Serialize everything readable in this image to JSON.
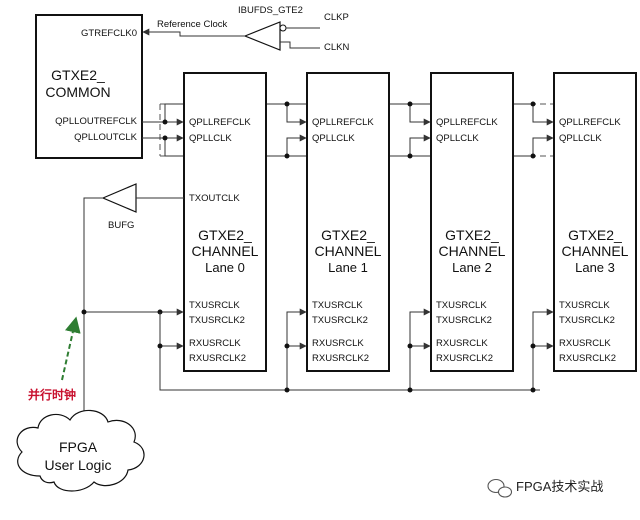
{
  "ibufds": {
    "name": "IBUFDS_GTE2",
    "clkp": "CLKP",
    "clkn": "CLKN"
  },
  "ref_clock_label": "Reference Clock",
  "common": {
    "title_line1": "GTXE2_",
    "title_line2": "COMMON",
    "port_gtrefclk": "GTREFCLK0",
    "port_qplloutrefclk": "QPLLOUTREFCLK",
    "port_qplloutclk": "QPLLOUTCLK"
  },
  "bufg_label": "BUFG",
  "channels": [
    {
      "title_line1": "GTXE2_",
      "title_line2": "CHANNEL",
      "lane": "Lane 0",
      "qpllrefclk": "QPLLREFCLK",
      "qpllclk": "QPLLCLK",
      "txoutclk": "TXOUTCLK",
      "txusrclk": "TXUSRCLK",
      "txusrclk2": "TXUSRCLK2",
      "rxusrclk": "RXUSRCLK",
      "rxusrclk2": "RXUSRCLK2"
    },
    {
      "title_line1": "GTXE2_",
      "title_line2": "CHANNEL",
      "lane": "Lane 1",
      "qpllrefclk": "QPLLREFCLK",
      "qpllclk": "QPLLCLK",
      "txusrclk": "TXUSRCLK",
      "txusrclk2": "TXUSRCLK2",
      "rxusrclk": "RXUSRCLK",
      "rxusrclk2": "RXUSRCLK2"
    },
    {
      "title_line1": "GTXE2_",
      "title_line2": "CHANNEL",
      "lane": "Lane 2",
      "qpllrefclk": "QPLLREFCLK",
      "qpllclk": "QPLLCLK",
      "txusrclk": "TXUSRCLK",
      "txusrclk2": "TXUSRCLK2",
      "rxusrclk": "RXUSRCLK",
      "rxusrclk2": "RXUSRCLK2"
    },
    {
      "title_line1": "GTXE2_",
      "title_line2": "CHANNEL",
      "lane": "Lane 3",
      "qpllrefclk": "QPLLREFCLK",
      "qpllclk": "QPLLCLK",
      "txusrclk": "TXUSRCLK",
      "txusrclk2": "TXUSRCLK2",
      "rxusrclk": "RXUSRCLK",
      "rxusrclk2": "RXUSRCLK2"
    }
  ],
  "parallel_clock_label": "并行时钟",
  "fpga": {
    "line1": "FPGA",
    "line2": "User Logic"
  },
  "watermark": "FPGA技术实战",
  "colors": {
    "annotation_red": "#c8102e",
    "annotation_green": "#2e7d32"
  }
}
